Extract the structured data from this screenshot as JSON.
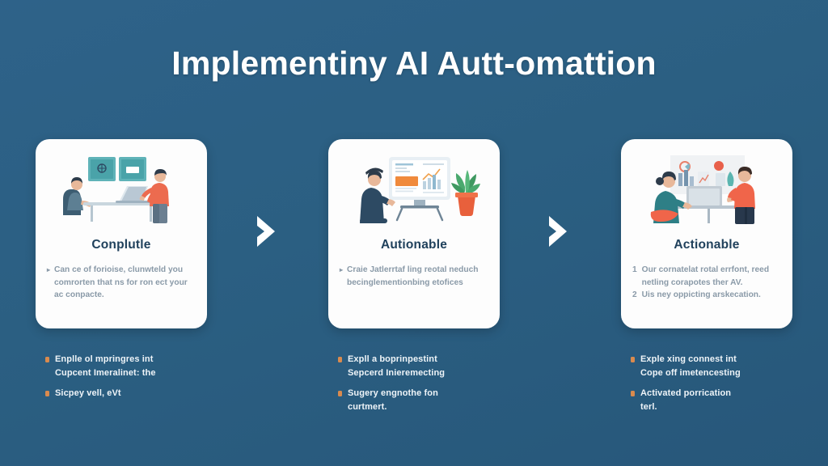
{
  "slide": {
    "background_color": "#2b5f82",
    "title": "Implementiny AI Autt-omattion"
  },
  "accent_colors": {
    "card_background": "#fdfdfd",
    "card_title": "#20415c",
    "card_body_text": "#8a9aa8",
    "bullet_marker": "#d98a4e",
    "bullet_text": "#eef4f8",
    "arrow": "#ffffff",
    "illustration_orange": "#ec6b4f",
    "illustration_navy": "#2d4a63",
    "illustration_teal": "#4a9aa0"
  },
  "arrows": [
    {
      "name": "chevron-right-icon-1"
    },
    {
      "name": "chevron-right-icon-2"
    }
  ],
  "columns": [
    {
      "id": "column-1",
      "card": {
        "illustration": "two-people-at-desk-with-wall-panels-illustration",
        "title": "Conplutle",
        "body_marker": "▸",
        "body_lines": [
          "Can ce of forioise, clunwteld",
          "you comrorten that ns for ron",
          "ect your ac conpacte."
        ]
      },
      "bullets": [
        {
          "marker": "▪",
          "lines": [
            "Enplle ol mpringres int",
            "Cupcent Imeralinet: the"
          ]
        },
        {
          "marker": "▪",
          "lines": [
            "Sicpey vell, eVt"
          ]
        }
      ]
    },
    {
      "id": "column-2",
      "card": {
        "illustration": "person-at-monitor-with-dashboard-and-plant-illustration",
        "title": "Autionable",
        "body_marker": "▸",
        "body_lines": [
          "Craie Jatlerrtaf ling reotal",
          "neduch becinglementionbing",
          "etofices"
        ]
      },
      "bullets": [
        {
          "marker": "▪",
          "lines": [
            "Expll a boprinpestint",
            "Sepcerd Inieremecting"
          ]
        },
        {
          "marker": "▪",
          "lines": [
            "Sugery engnothe fon",
            "curtmert."
          ]
        }
      ]
    },
    {
      "id": "column-3",
      "card": {
        "illustration": "two-people-with-whiteboard-charts-and-laptop-illustration",
        "title": "Actionable",
        "numbered_items": [
          {
            "num": "1",
            "lines": [
              "Our cornatelat rotal errfont,",
              "reed netling corapotes ther",
              "AV."
            ]
          },
          {
            "num": "2",
            "lines": [
              "Uis ney oppicting arskecation."
            ]
          }
        ]
      },
      "bullets": [
        {
          "marker": "▪",
          "lines": [
            "Exple xing connest int",
            "Cope off imetencesting"
          ]
        },
        {
          "marker": "▪",
          "lines": [
            "Activated porrication",
            "terl."
          ]
        }
      ]
    }
  ]
}
